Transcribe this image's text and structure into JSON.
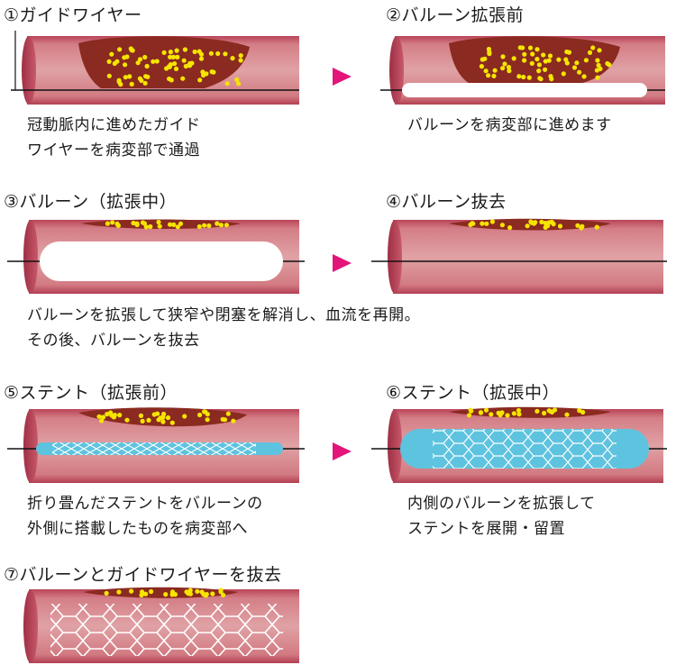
{
  "steps": [
    {
      "title": "①ガイドワイヤー",
      "lines": [
        "冠動脈内に進めたガイド",
        "ワイヤーを病変部で通過"
      ]
    },
    {
      "title": "②バルーン拡張前",
      "lines": [
        "バルーンを病変部に進めます"
      ]
    },
    {
      "title": "③バルーン（拡張中）",
      "lines": []
    },
    {
      "title": "④バルーン抜去",
      "lines": []
    },
    {
      "title": "⑤ステント（拡張前）",
      "lines": [
        "折り畳んだステントをバルーンの",
        "外側に搭載したものを病変部へ"
      ]
    },
    {
      "title": "⑥ステント（拡張中）",
      "lines": [
        "内側のバルーンを拡張して",
        "ステントを展開・留置"
      ]
    },
    {
      "title": "⑦バルーンとガイドワイヤーを抜去",
      "lines": []
    }
  ],
  "balloon_note": [
    "バルーンを拡張して狭窄や閉塞を解消し、血流を再開。",
    "その後、バルーンを抜去"
  ],
  "colors": {
    "vessel": "#d98a8f",
    "vessel_wall": "#b84255",
    "plaque": "#8a2a20",
    "lipid_dot": "#f5e500",
    "balloon": "#ffffff",
    "stent_balloon": "#5ec3df",
    "arrow": "#e3157a"
  }
}
